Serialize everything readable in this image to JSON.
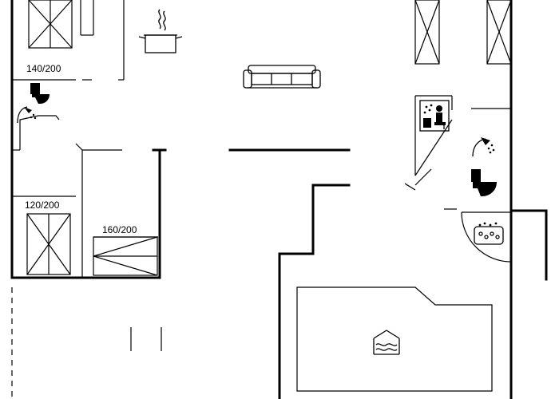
{
  "labels": {
    "bed_top_left": "140/200",
    "bed_mid_left": "120/200",
    "bed_center": "160/200"
  }
}
